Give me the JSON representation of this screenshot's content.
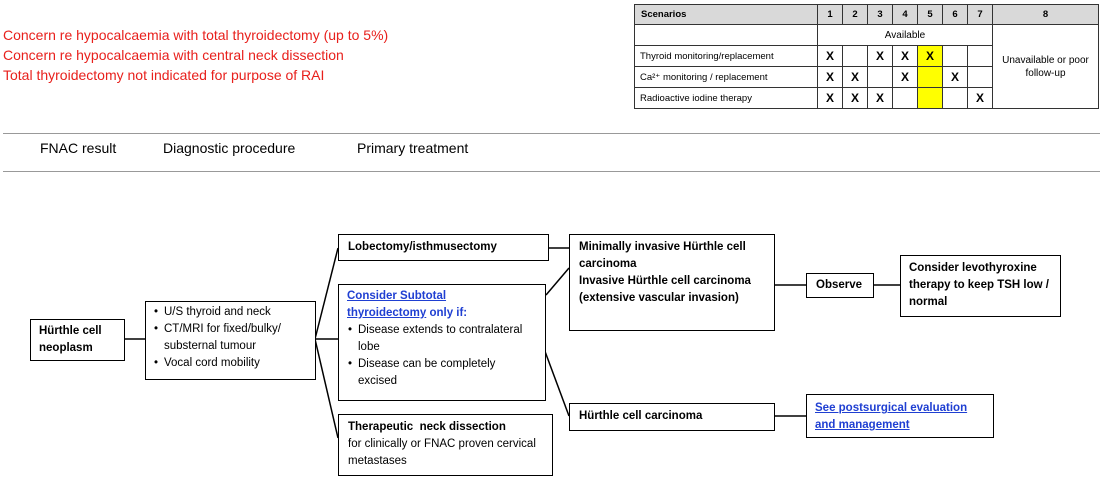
{
  "notes": [
    "Concern re hypocalcaemia with total thyroidectomy (up to 5%)",
    "Concern re hypocalcaemia with central neck dissection",
    "Total thyroidectomy not indicated for purpose of RAI"
  ],
  "scenarios_table": {
    "header_label": "Scenarios",
    "columns": [
      "1",
      "2",
      "3",
      "4",
      "5",
      "6",
      "7",
      "8"
    ],
    "available_label": "Available",
    "unavailable_label": "Unavailable or poor follow-up",
    "rows": [
      {
        "label": "Thyroid monitoring/replacement",
        "marks": [
          "X",
          "",
          "X",
          "X",
          "X",
          "",
          ""
        ]
      },
      {
        "label": "Ca²⁺ monitoring / replacement",
        "marks": [
          "X",
          "X",
          "",
          "X",
          "",
          "X",
          ""
        ]
      },
      {
        "label": "Radioactive iodine therapy",
        "marks": [
          "X",
          "X",
          "X",
          "",
          "",
          "",
          "X"
        ]
      }
    ],
    "highlight_column": "5",
    "highlight_color": "#ffff00"
  },
  "column_headers": {
    "fnac": "FNAC result",
    "diagnostic": "Diagnostic procedure",
    "treatment": "Primary treatment"
  },
  "flow": {
    "start": {
      "line1": "Hürthle cell",
      "line2": "neoplasm"
    },
    "diagnostic": {
      "items": [
        "U/S thyroid and neck",
        "CT/MRI for fixed/bulky/ substernal tumour",
        "Vocal cord mobility"
      ]
    },
    "lobectomy": "Lobectomy/isthmusectomy",
    "subtotal": {
      "link_line1": "Consider Subtotal",
      "link_line2": "thyroidectomy",
      "suffix": " only if:",
      "items": [
        "Disease extends to contralateral lobe",
        "Disease can be completely excised"
      ]
    },
    "neck_dissection": {
      "title": "Therapeutic  neck dissection",
      "text": "for clinically or FNAC proven cervical metastases"
    },
    "minimally_invasive": {
      "line1": "Minimally invasive Hürthle cell carcinoma",
      "line2": "Invasive Hürthle cell carcinoma (extensive vascular invasion)"
    },
    "carcinoma": "Hürthle cell carcinoma",
    "observe": "Observe",
    "levothyroxine": "Consider levothyroxine therapy to keep TSH low / normal",
    "postsurgical": "See postsurgical evaluation and management"
  },
  "colors": {
    "note_red": "#e8201c",
    "link_blue": "#1f3fd2",
    "header_grey": "#d9d9d9"
  }
}
